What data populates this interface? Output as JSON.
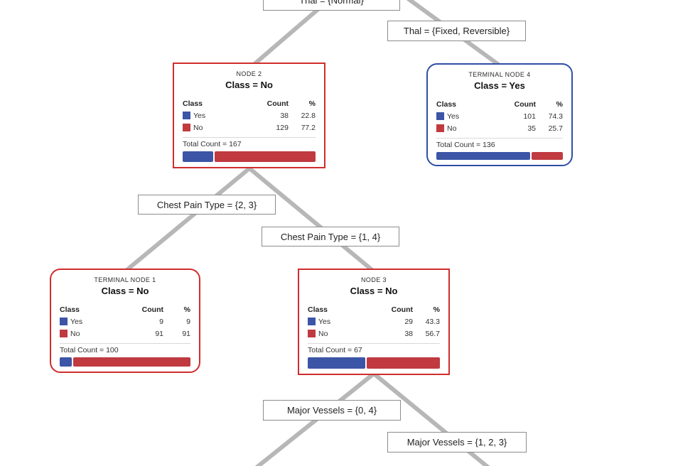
{
  "diagram": {
    "type": "decision-tree",
    "background": "#ffffff"
  },
  "colors": {
    "yes_blue": "#3c55a6",
    "no_red": "#c03a40",
    "internal_node_border": "#d02d2e",
    "terminal_yes_border": "#2e4fa5",
    "edge_line_gray": "#b7b7b7",
    "edge_label_border": "#8c8c8c"
  },
  "edge_labels": {
    "thal_normal": "Thal = {Normal}",
    "thal_fixed": "Thal = {Fixed, Reversible}",
    "chest_23": "Chest Pain Type = {2, 3}",
    "chest_14": "Chest Pain Type = {1, 4}",
    "vessels_04": "Major Vessels = {0, 4}",
    "vessels_123": "Major Vessels = {1, 2, 3}"
  },
  "table_headers": {
    "class": "Class",
    "count": "Count",
    "pct": "%"
  },
  "row_labels": {
    "yes": "Yes",
    "no": "No"
  },
  "nodes": [
    {
      "id": "node2",
      "title": "NODE 2",
      "class_label": "Class = No",
      "terminal": false,
      "yes": {
        "count": "38",
        "pct": "22.8"
      },
      "no": {
        "count": "129",
        "pct": "77.2"
      },
      "total": "Total Count = 167",
      "yes_pct": 22.8
    },
    {
      "id": "terminal4",
      "title": "TERMINAL NODE 4",
      "class_label": "Class = Yes",
      "terminal": true,
      "yes": {
        "count": "101",
        "pct": "74.3"
      },
      "no": {
        "count": "35",
        "pct": "25.7"
      },
      "total": "Total Count = 136",
      "yes_pct": 74.3
    },
    {
      "id": "terminal1",
      "title": "TERMINAL NODE 1",
      "class_label": "Class = No",
      "terminal": true,
      "yes": {
        "count": "9",
        "pct": "9"
      },
      "no": {
        "count": "91",
        "pct": "91"
      },
      "total": "Total Count = 100",
      "yes_pct": 9
    },
    {
      "id": "node3",
      "title": "NODE 3",
      "class_label": "Class = No",
      "terminal": false,
      "yes": {
        "count": "29",
        "pct": "43.3"
      },
      "no": {
        "count": "38",
        "pct": "56.7"
      },
      "total": "Total Count = 67",
      "yes_pct": 43.3
    }
  ]
}
